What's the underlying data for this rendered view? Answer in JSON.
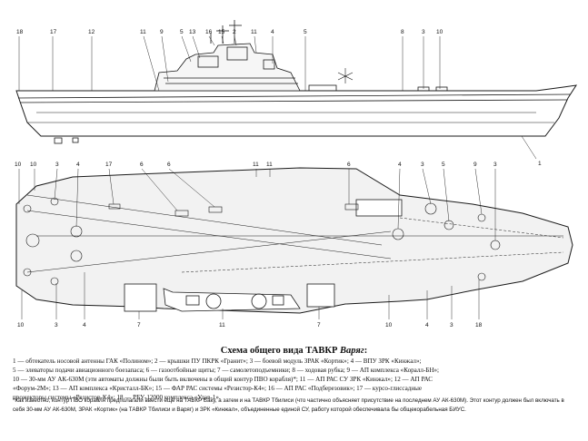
{
  "caption": {
    "title_prefix": "Схема общего вида ТАВКР ",
    "title_ship": "Варяг",
    "title_suffix": ":",
    "legend_line1": "1 — обтекатель носовой антенны ГАК «Полином»; 2 — крышки ПУ ПКРК «Гранит»; 3 — боевой модуль ЗРАК «Кортик»; 4 — ВПУ ЗРК «Кинжал»;",
    "legend_line2": "5 — элеваторы подачи авиационного боезапаса; 6 — газоотбойные щиты; 7 — самолетоподъемники; 8 — ходовая рубка; 9 — АП комплекса «Коралл-БН»;",
    "legend_line3": "10 — 30-мм АУ АК-630М (эти автоматы должны были быть включены в общий контур ПВО корабля)*; 11 — АП РАС СУ ЗРК «Кинжал»; 12 — АП РАС",
    "legend_line4": "«Форум-2М»; 13 — АП комплекса «Кристалл-БК»; 15 — ФАР РАС системы «Резистор-К4»; 16 — АП РАС «Подберезовик»; 17 — курсо-глиссадные",
    "legend_line5": "прожекторы системы «Резистор-К4»; 18 — РБУ-12000 комплекса «Удав-1».",
    "footnote": "*Как известно, контур ПВО корабля предполагали ввести еще на ТАВКР Баку, а затем и на ТАВКР Тбилиси (что частично объясняет присутствие на последнем АУ АК-630М). Этот контур должен был включать в себя 30-мм АУ АК-630М, ЗРАК «Кортик» (на ТАВКР Тбилиси и Варяг) и ЗРК «Кинжал», объединенные единой СУ, работу которой обеспечивала бы общекорабельная БИУС."
  },
  "labels": {
    "side_top": [
      "18",
      "17",
      "12",
      "11",
      "9",
      "5",
      "13",
      "16",
      "15",
      "2",
      "11",
      "4",
      "5",
      "8",
      "3",
      "10"
    ],
    "side_right": "1",
    "plan_top": [
      "10",
      "10",
      "3",
      "4",
      "17",
      "6",
      "6",
      "11",
      "11",
      "6",
      "4",
      "3",
      "5",
      "9",
      "3"
    ],
    "plan_bottom": [
      "10",
      "3",
      "4",
      "7",
      "11",
      "7",
      "10",
      "4",
      "3",
      "18"
    ]
  },
  "colors": {
    "ink": "#1a1a1a",
    "paper": "#ffffff",
    "deck": "#f2f2f2"
  }
}
